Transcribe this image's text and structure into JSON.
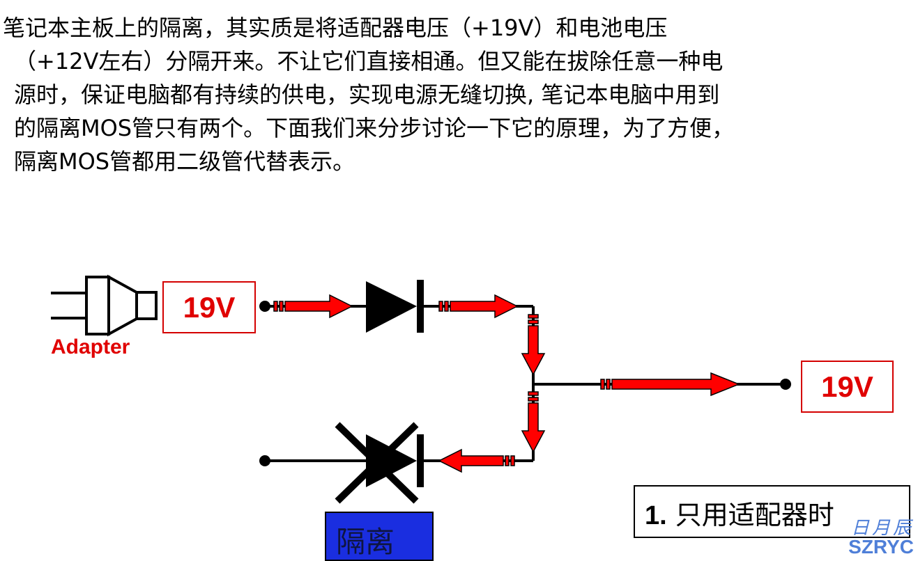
{
  "paragraph": [
    "笔记本主板上的隔离，其实质是将适配器电压（+19V）和电池电压",
    "（+12V左右）分隔开来。不让它们直接相通。但又能在拔除任意一种电",
    "源时，保证电脑都有持续的供电，实现电源无缝切换, 笔记本电脑中用到",
    "的隔离MOS管只有两个。下面我们来分步讨论一下它的原理，为了方便，",
    "隔离MOS管都用二级管代替表示。"
  ],
  "diagram": {
    "adapter_label": "Adapter",
    "input_voltage": "19V",
    "output_voltage": "19V",
    "isolation_label": "隔离",
    "mode_number": "1.",
    "mode_text": " 只用适配器时",
    "blocked_diode": "blocked",
    "colors": {
      "arrow": "#ff0000",
      "label": "#e00000",
      "isolation_box": "#1a2ee0",
      "watermark": "#4f7fd8"
    }
  },
  "watermark": {
    "chinese": "日月辰",
    "latin": "SZRYC"
  }
}
